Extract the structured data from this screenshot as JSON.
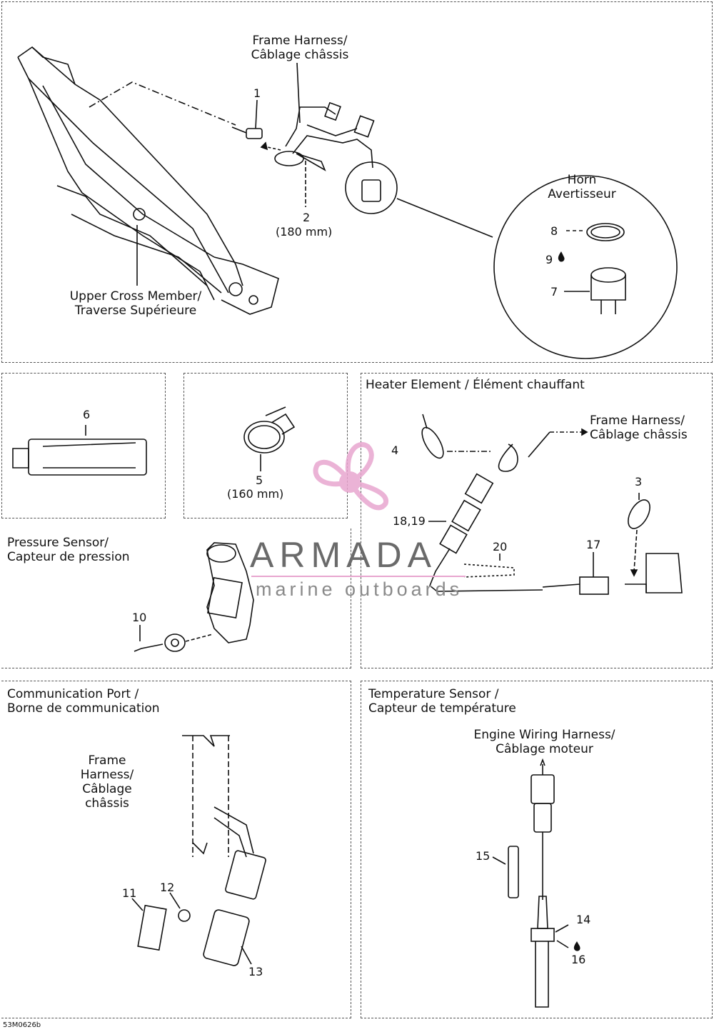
{
  "frame_section": {
    "frame_harness": [
      "Frame Harness/",
      "Câblage châssis"
    ],
    "cross_member": [
      "Upper Cross Member/",
      "Traverse Supérieure"
    ],
    "horn": [
      "Horn",
      "Avertisseur"
    ],
    "callouts": {
      "c1": "1",
      "c2": "2",
      "c2_size": "(180 mm)",
      "c7": "7",
      "c8": "8",
      "c9": "9"
    }
  },
  "sealant_panel": {
    "callout": "6"
  },
  "clamp_panel": {
    "callout": "5",
    "size": "(160 mm)"
  },
  "pressure_panel": {
    "title": [
      "Pressure Sensor/",
      "Capteur de pression"
    ],
    "callout": "10"
  },
  "heater_panel": {
    "title": "Heater Element / Élément chauffant",
    "frame_harness": [
      "Frame Harness/",
      "Câblage châssis"
    ],
    "callouts": {
      "c3": "3",
      "c4": "4",
      "c17": "17",
      "c18": "18,19",
      "c20": "20"
    }
  },
  "comm_panel": {
    "title": [
      "Communication Port /",
      "Borne de communication"
    ],
    "frame_harness": [
      "Frame",
      "Harness/",
      "Câblage",
      "châssis"
    ],
    "callouts": {
      "c11": "11",
      "c12": "12",
      "c13": "13"
    }
  },
  "temp_panel": {
    "title": [
      "Temperature Sensor /",
      "Capteur de température"
    ],
    "engine_harness": [
      "Engine Wiring Harness/",
      "Câblage moteur"
    ],
    "callouts": {
      "c14": "14",
      "c15": "15",
      "c16": "16"
    }
  },
  "watermark": {
    "title": "ARMADA",
    "subtitle": "marine outboards",
    "color": "#e8a6cf"
  },
  "drawing_code": "53M0626b"
}
